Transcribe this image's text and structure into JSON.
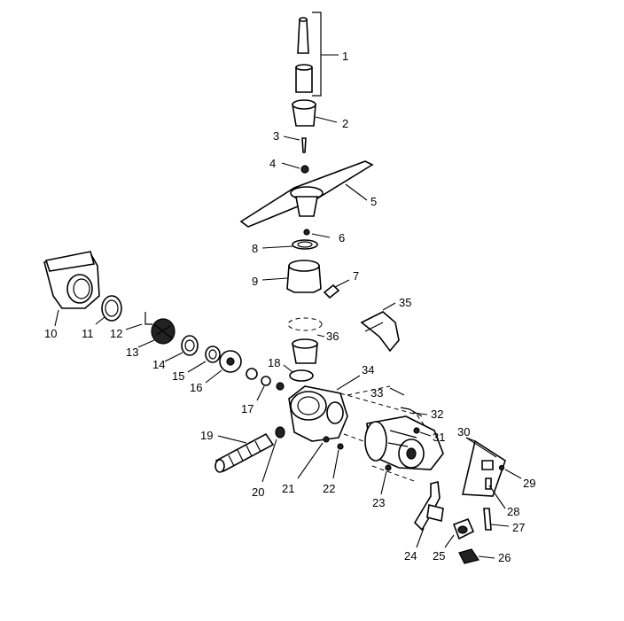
{
  "labels": [
    "1",
    "2",
    "3",
    "4",
    "5",
    "6",
    "7",
    "8",
    "9",
    "10",
    "11",
    "12",
    "13",
    "14",
    "15",
    "16",
    "17",
    "18",
    "19",
    "20",
    "21",
    "22",
    "23",
    "24",
    "25",
    "26",
    "27",
    "28",
    "29",
    "30",
    "31",
    "32",
    "33",
    "34",
    "35",
    "36"
  ]
}
